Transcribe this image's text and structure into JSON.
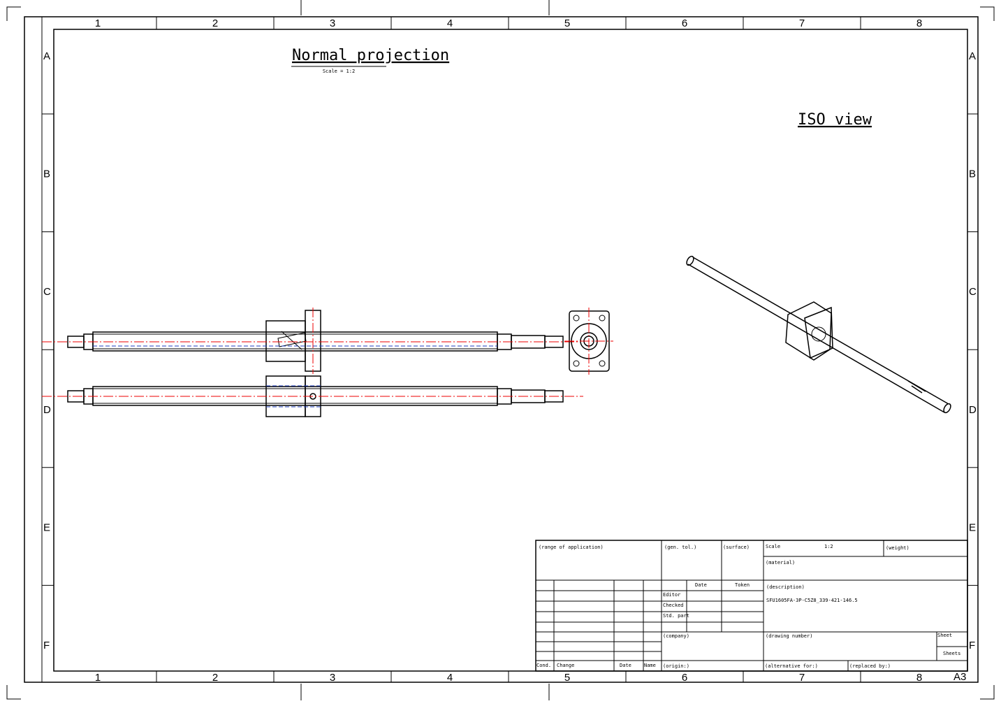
{
  "zones": {
    "columns": [
      "1",
      "2",
      "3",
      "4",
      "5",
      "6",
      "7",
      "8"
    ],
    "rows": [
      "A",
      "B",
      "C",
      "D",
      "E",
      "F"
    ],
    "sheet_size": "A3"
  },
  "views": {
    "normal": {
      "title": "Normal projection",
      "scale_label": "Scale = 1:2"
    },
    "iso": {
      "title": "ISO view"
    }
  },
  "title_block": {
    "range": "(range of application)",
    "tol": "(gen. tol.)",
    "surface": "(surface)",
    "scale_label": "Scale",
    "scale_value": "1:2",
    "weight": "(weight)",
    "material": "(material)",
    "date_h": "Date",
    "token_h": "Token",
    "editor": "Editor",
    "checked": "Checked",
    "std": "Std. part",
    "description": "(description)",
    "description_value": "SFU1605FA-3P-C5Z8_339-421-146.5",
    "company": "(company)",
    "drawing_number": "(drawing number)",
    "sheet": "Sheet",
    "sheets": "Sheets",
    "cond": "Cond.",
    "change": "Change",
    "date": "Date",
    "name": "Name",
    "origin": "(origin:)",
    "alt": "(alternative for:)",
    "replaced": "(replaced by:)"
  }
}
